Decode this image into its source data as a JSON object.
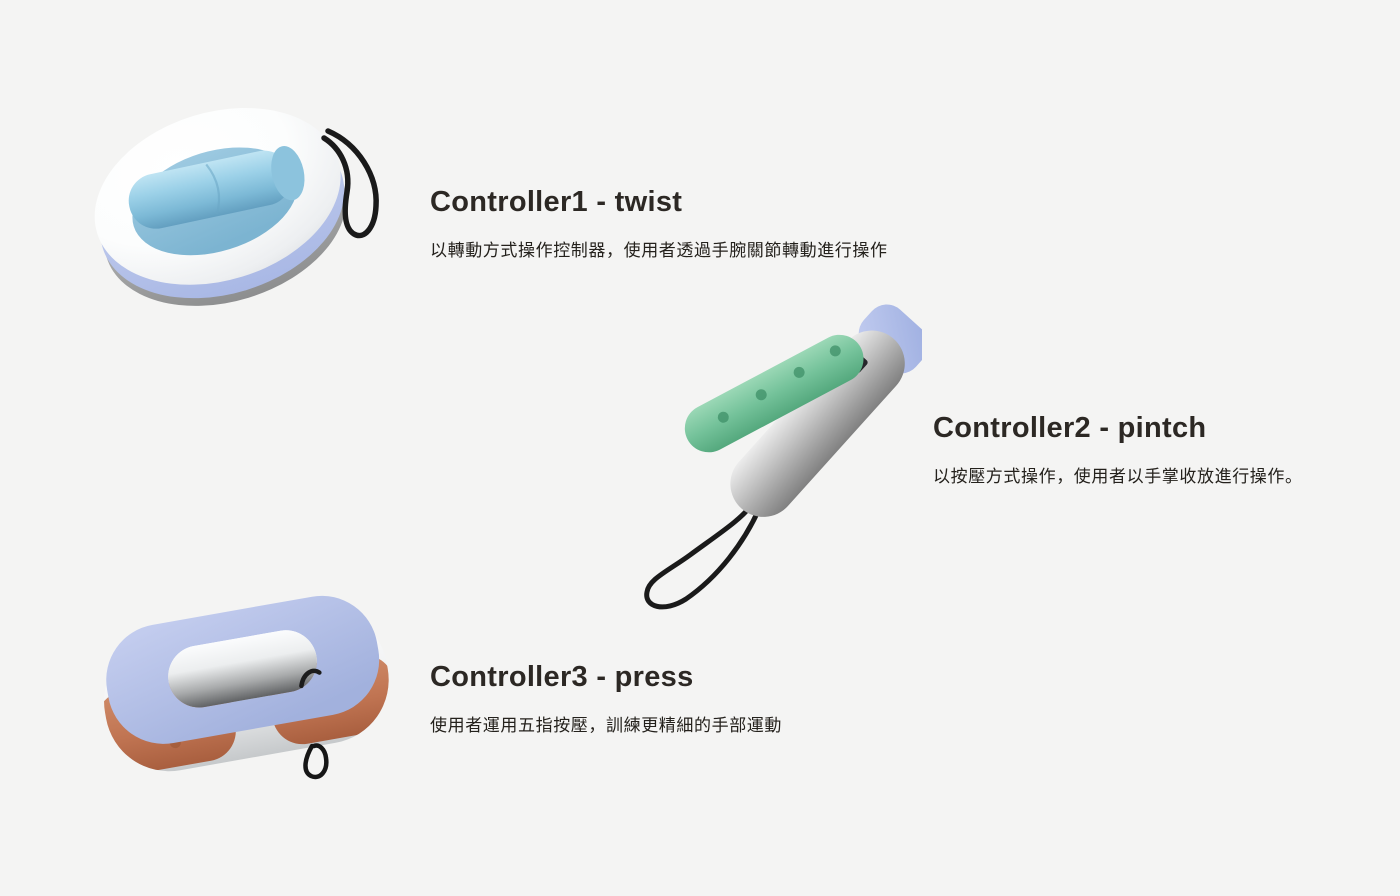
{
  "page": {
    "background_color": "#f4f4f3",
    "title_text_color": "#2c2824",
    "description_text_color": "#24211c"
  },
  "sections": [
    {
      "title": "Controller1 - twist",
      "description": "以轉動方式操作控制器，使用者透過手腕關節轉動進行操作",
      "device": "twist-disc-controller",
      "colors": {
        "body_white": "#f7f8f9",
        "accent_band_lavender": "#b4c0e8",
        "knob_blue": "#8ec4de",
        "bottom_rim_grey": "#979899",
        "strap_black": "#1a1a1a"
      }
    },
    {
      "title": "Controller2 - pintch",
      "description": "以按壓方式操作，使用者以手掌收放進行操作。",
      "device": "pinch-clip-controller",
      "colors": {
        "body_grey": "#aeaeae",
        "lever_green": "#6fbd94",
        "lever_dots_green": "#3e8f67",
        "cap_lavender": "#b4c0e8",
        "strap_black": "#1a1a1a"
      }
    },
    {
      "title": "Controller3 - press",
      "description": "使用者運用五指按壓，訓練更精細的手部運動",
      "device": "press-ring-controller",
      "colors": {
        "body_white": "#eef0f1",
        "top_face_lavender": "#b3c0e8",
        "side_panels_terracotta": "#c27a59",
        "strap_black": "#1a1a1a"
      }
    }
  ]
}
